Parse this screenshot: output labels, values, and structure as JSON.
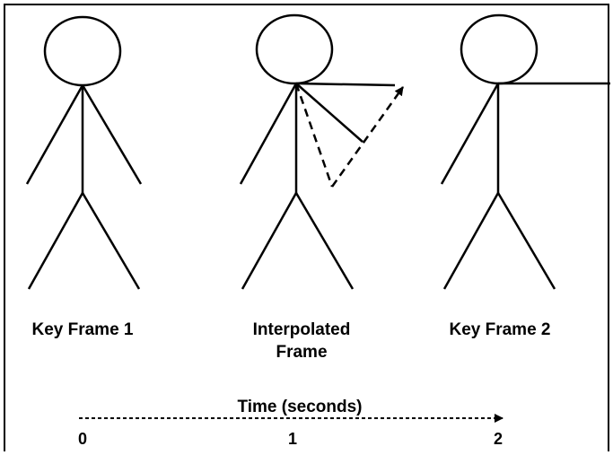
{
  "frames": [
    {
      "label": "Key Frame 1"
    },
    {
      "label_line1": "Interpolated",
      "label_line2": "Frame"
    },
    {
      "label": "Key Frame 2"
    }
  ],
  "timeline": {
    "title": "Time (seconds)",
    "ticks": [
      "0",
      "1",
      "2"
    ]
  }
}
